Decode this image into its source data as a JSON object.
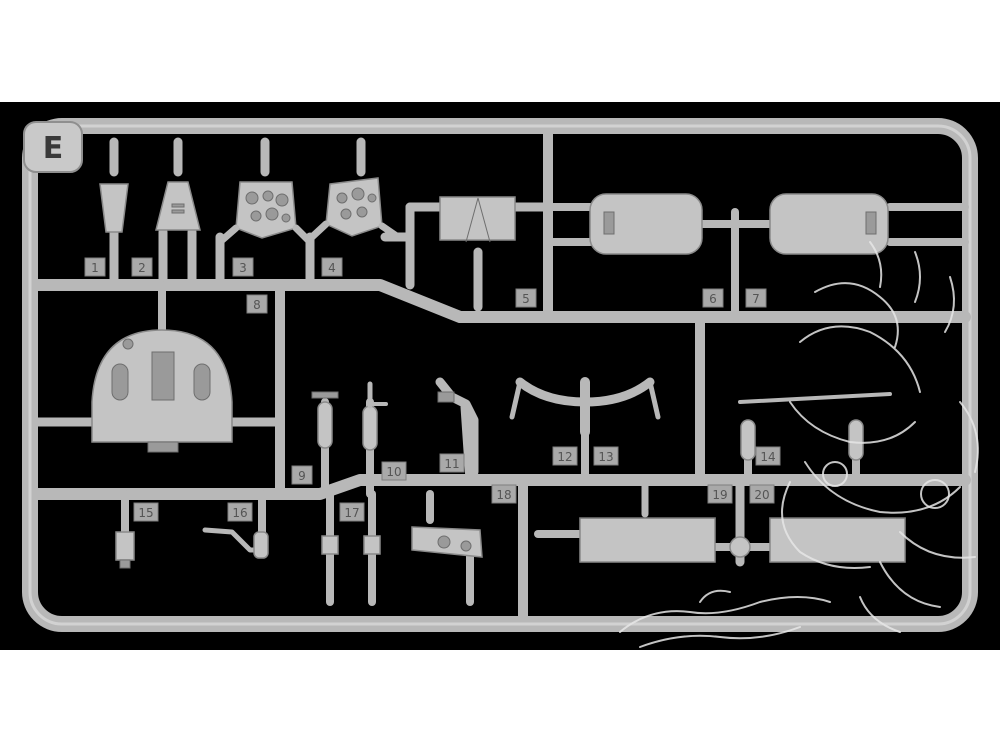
{
  "sprue": {
    "letter": "E",
    "part_numbers": [
      "1",
      "2",
      "3",
      "4",
      "5",
      "6",
      "7",
      "8",
      "9",
      "10",
      "11",
      "12",
      "13",
      "14",
      "15",
      "16",
      "17",
      "18",
      "19",
      "20"
    ]
  },
  "colors": {
    "background": "#000000",
    "plastic": "#c4c4c4",
    "page": "#ffffff",
    "watermark": "#e6e6e6"
  },
  "watermark_icon": "dragon-mascot-icon"
}
